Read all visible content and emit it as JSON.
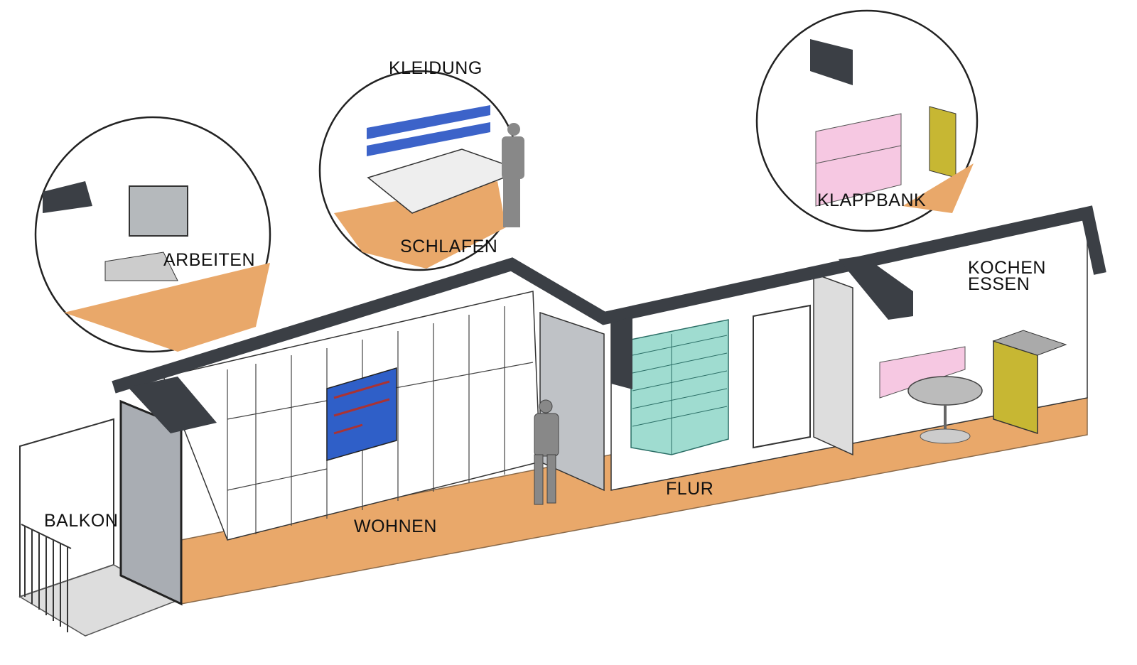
{
  "labels": {
    "kleidung": "KLEIDUNG",
    "arbeiten": "ARBEITEN",
    "schlafen": "SCHLAFEN",
    "klappbank": "KLAPPBANK",
    "kochen": "KOCHEN",
    "essen": "ESSEN",
    "balkon": "BALKON",
    "wohnen": "WOHNEN",
    "flur": "FLUR"
  },
  "colors": {
    "floor": "#e9a86a",
    "roof": "#3b3f45",
    "bookshelf": "#2f5fc8",
    "hall_shelf": "#9fdcd0",
    "bench": "#f6c8e2",
    "kitchen_cabinet": "#c7b733",
    "wall": "#ffffff",
    "glass": "#a9adb3"
  }
}
